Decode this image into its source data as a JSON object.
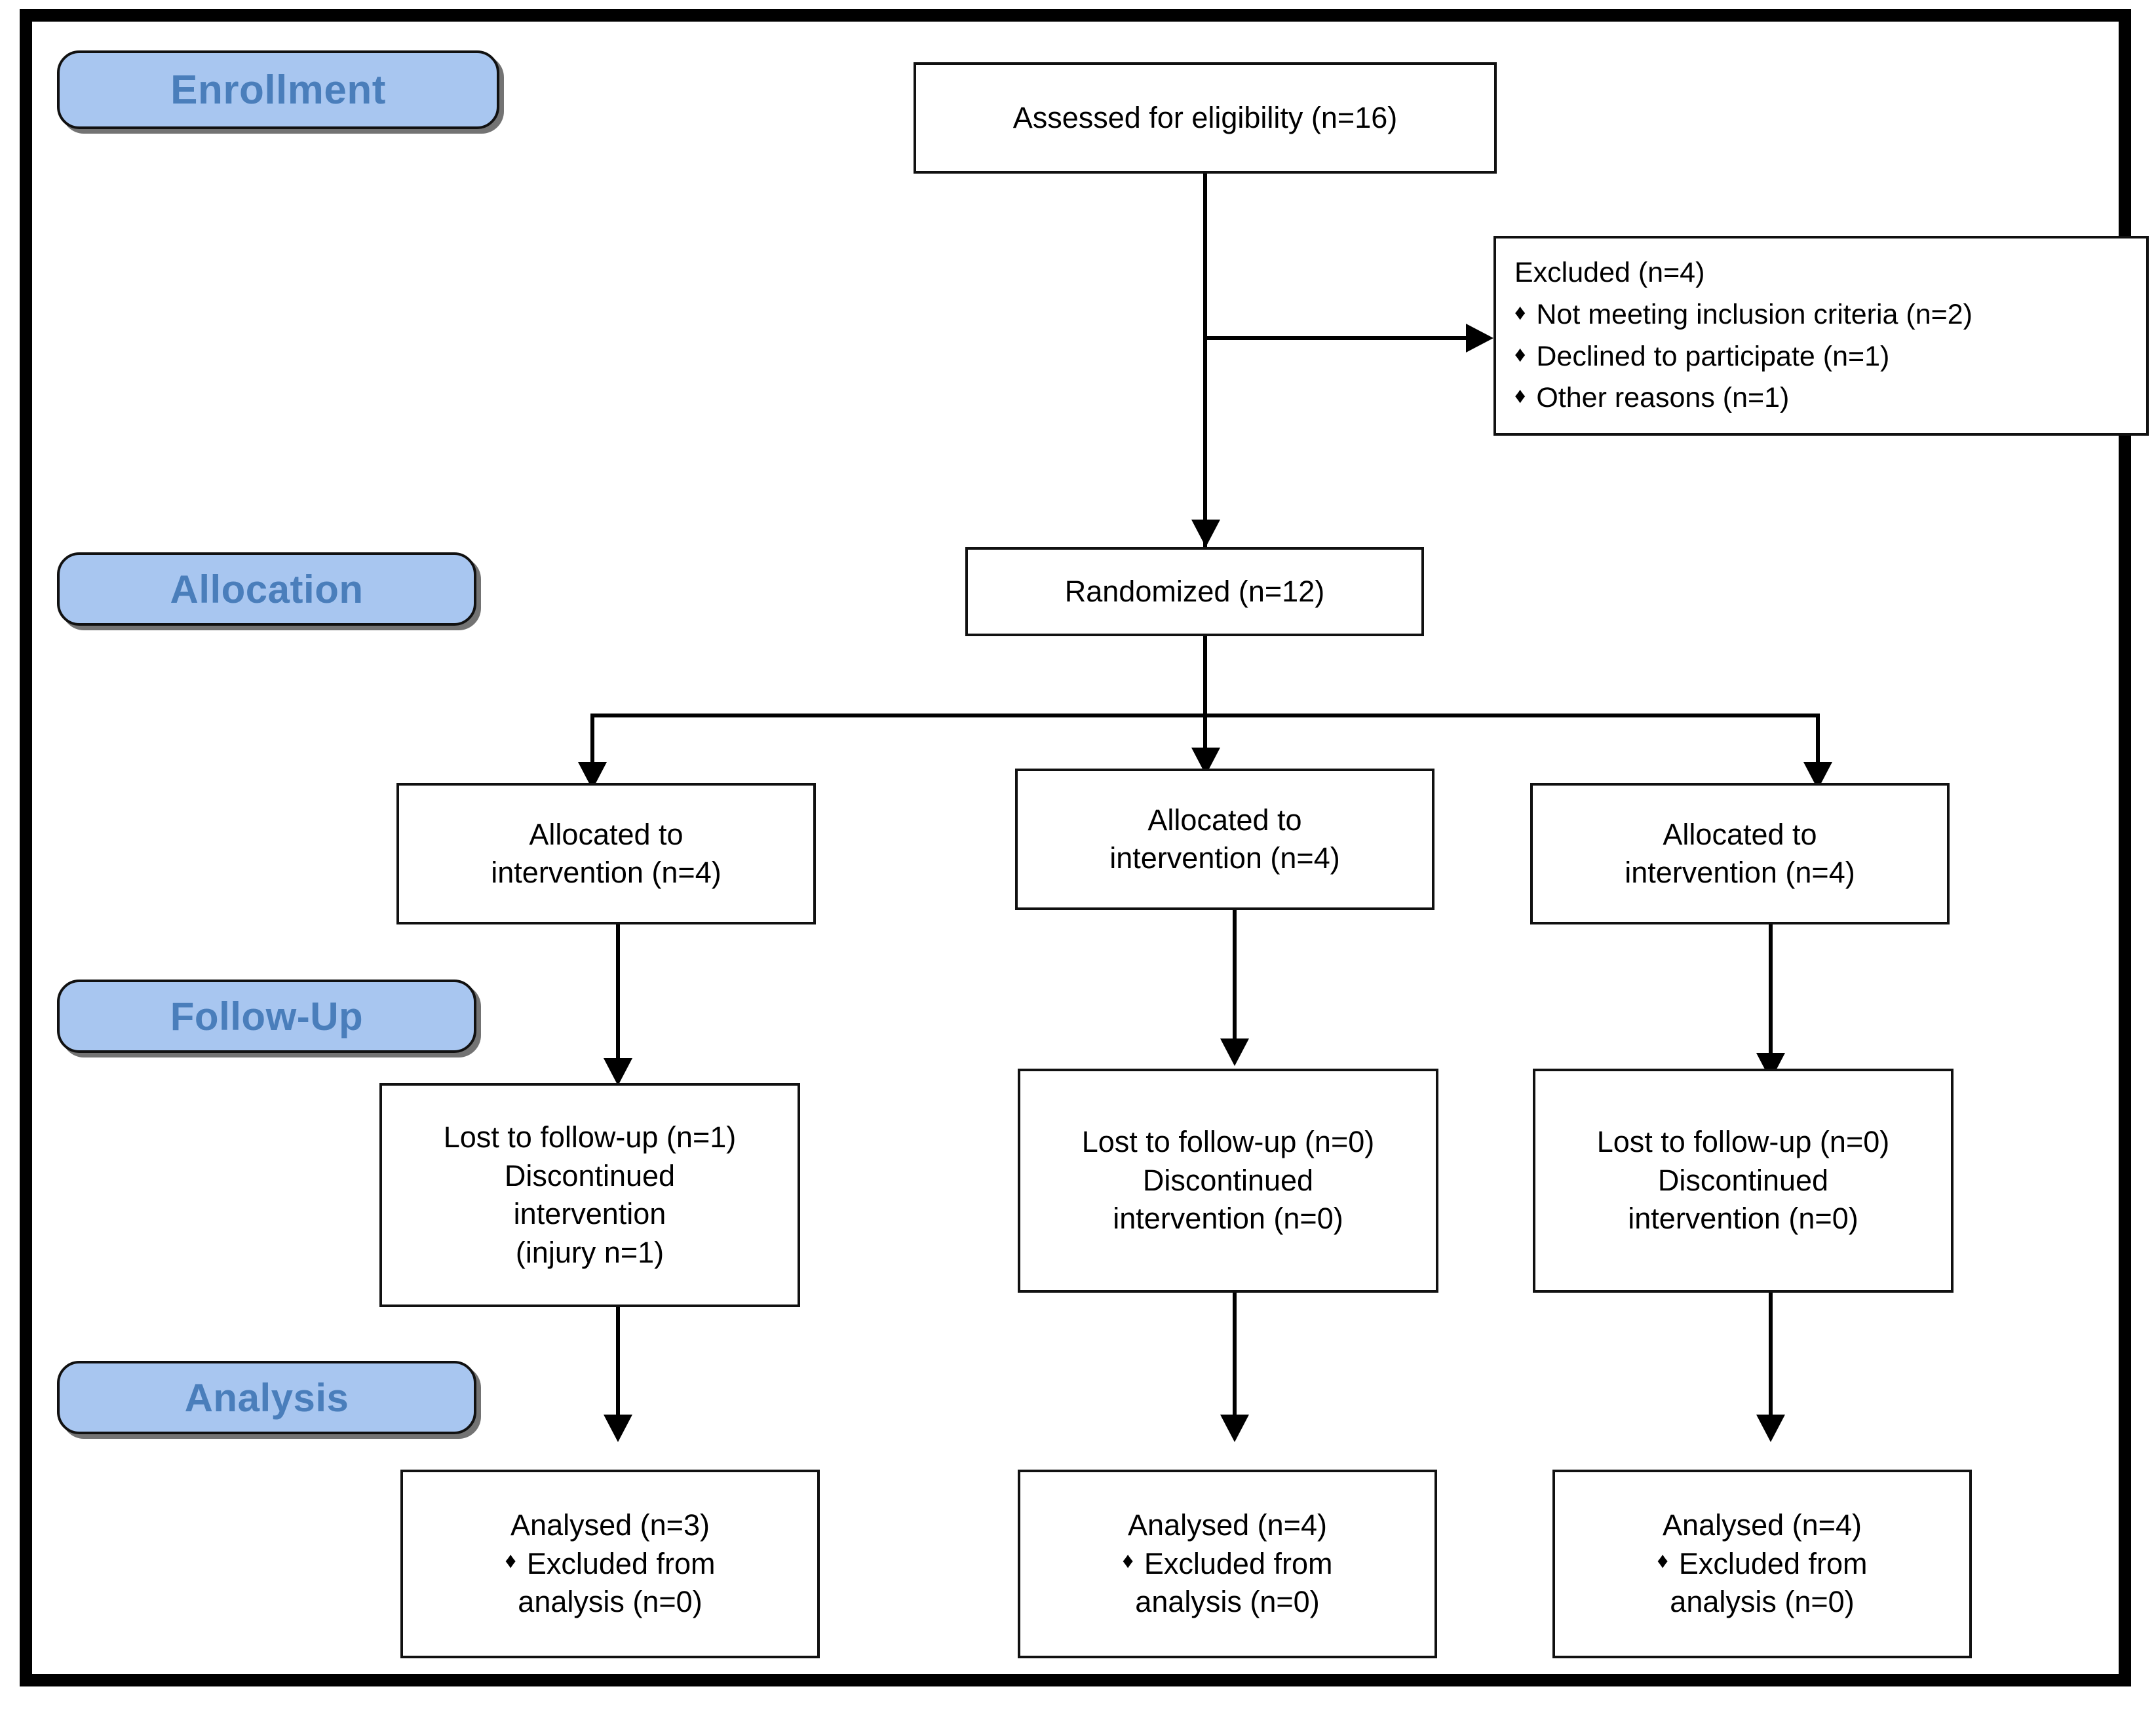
{
  "diagram": {
    "title": "CONSORT participant flow diagram",
    "accent_blue_fill": "#a8c6f0",
    "accent_blue_text": "#4a7ebb",
    "line_color": "#000000",
    "bullet_glyph": "♦"
  },
  "stages": [
    {
      "id": "enrollment",
      "label": "Enrollment"
    },
    {
      "id": "allocation",
      "label": "Allocation"
    },
    {
      "id": "followup",
      "label": "Follow-Up"
    },
    {
      "id": "analysis",
      "label": "Analysis"
    }
  ],
  "enrollment": {
    "assessed": {
      "lines": [
        "Assessed for eligibility (n=16)"
      ]
    },
    "excluded": {
      "heading": "Excluded  (n=4)",
      "items": [
        "Not meeting inclusion criteria (n=2)",
        "Declined to participate (n=1)",
        "Other reasons (n=1)"
      ]
    }
  },
  "allocation": {
    "randomized": {
      "lines": [
        "Randomized (n=12)"
      ]
    },
    "arms": [
      {
        "lines": [
          "Allocated to",
          "intervention (n=4)"
        ]
      },
      {
        "lines": [
          "Allocated to",
          "intervention (n=4)"
        ]
      },
      {
        "lines": [
          "Allocated to",
          "intervention (n=4)"
        ]
      }
    ]
  },
  "followup": {
    "arms": [
      {
        "lines": [
          "Lost to follow-up (n=1)",
          "Discontinued",
          "intervention",
          "(injury n=1)"
        ]
      },
      {
        "lines": [
          "Lost to follow-up (n=0)",
          "Discontinued",
          "intervention (n=0)"
        ]
      },
      {
        "lines": [
          "Lost to follow-up (n=0)",
          "Discontinued",
          "intervention (n=0)"
        ]
      }
    ]
  },
  "analysis": {
    "arms": [
      {
        "heading": "Analysed  (n=3)",
        "bullet_lines": [
          "Excluded from",
          "analysis  (n=0)"
        ]
      },
      {
        "heading": "Analysed  (n=4)",
        "bullet_lines": [
          "Excluded from",
          "analysis  (n=0)"
        ]
      },
      {
        "heading": "Analysed  (n=4)",
        "bullet_lines": [
          "Excluded from",
          "analysis  (n=0)"
        ]
      }
    ]
  }
}
